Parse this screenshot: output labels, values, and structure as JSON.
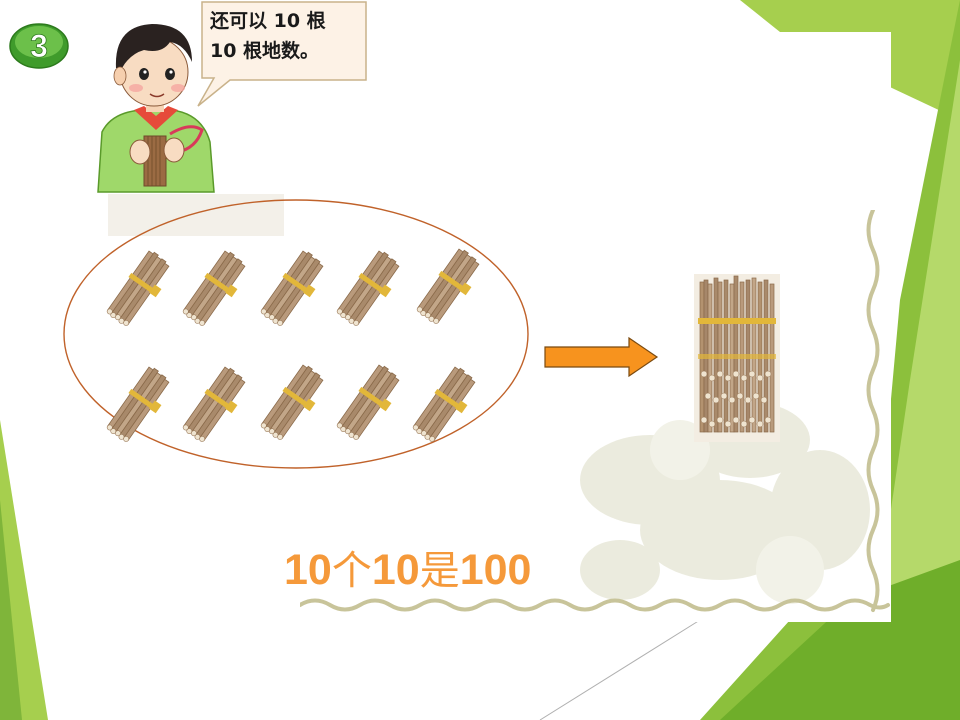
{
  "step": {
    "number": "3"
  },
  "speech_bubble": {
    "lines": [
      "还可以 10 根",
      "10 根地数。"
    ]
  },
  "conclusion": {
    "parts": [
      "10",
      "个",
      "10",
      "是",
      "100"
    ]
  },
  "colors": {
    "green_light": "#a6cf4e",
    "green_mid": "#8cc03c",
    "green_dark": "#5a9a1c",
    "orange": "#f5993a",
    "ellipse_stroke": "#c0622a",
    "vine": "#c8c49a"
  },
  "illustration": {
    "left_group_bundle_count": 10,
    "right_bundle_count": 1
  }
}
